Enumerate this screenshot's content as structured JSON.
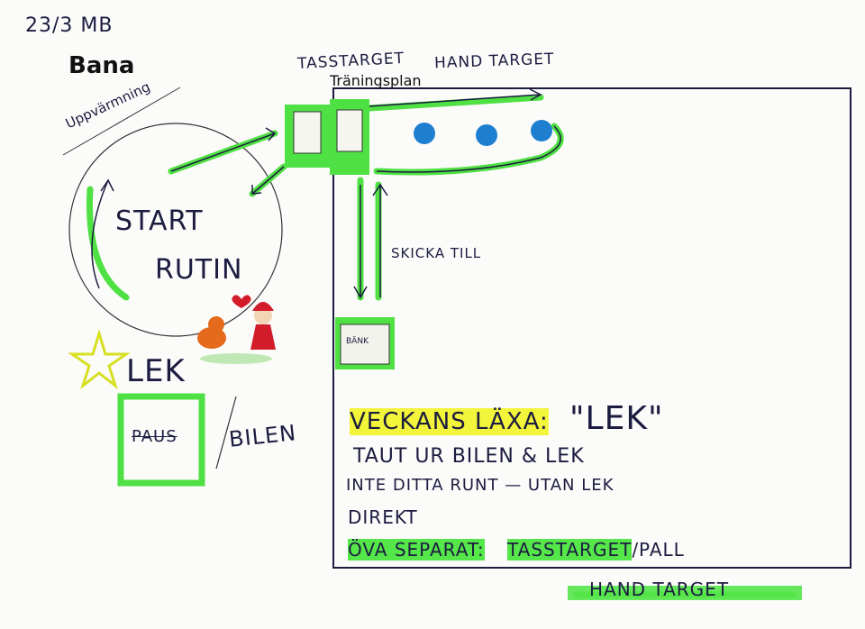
{
  "header": {
    "date": "23/3 MB",
    "title": "Bana"
  },
  "labels": {
    "paw_target": "TASSTARGET",
    "hand_target": "HAND TARGET",
    "training_field": "Träningsplan",
    "warmup": "Uppvärmning",
    "start": "START",
    "routine": "RUTIN",
    "play": "LEK",
    "pause": "PAUS",
    "car": "BILEN",
    "send_to": "SKICKA TILL",
    "bench": "BÄNK"
  },
  "notes": {
    "homework_label": "VECKANS LÄXA:",
    "homework_value": "\"LEK\"",
    "line1": "TAUT UR BILEN & LEK",
    "line2": "INTE DITTA RUNT — UTAN LEK",
    "line3": "DIREKT",
    "practice_label": "ÖVA SEPARAT:",
    "practice_item1": "TASSTARGET",
    "practice_item2": "/PALL",
    "practice_item3": "HAND TARGET"
  },
  "colors": {
    "highlight_green": "#55e64a",
    "highlight_yellow": "#f3f53a",
    "cone_blue": "#1e7fd0",
    "ink": "#1c1c40"
  }
}
